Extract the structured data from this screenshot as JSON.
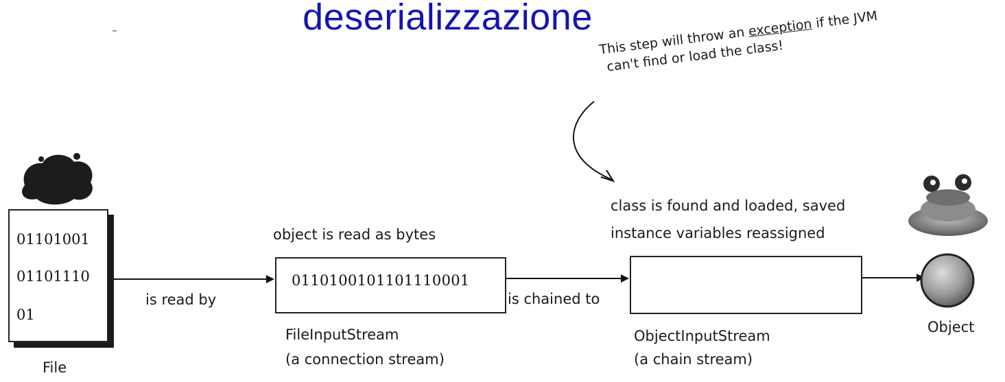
{
  "title": "deserializzazione",
  "note": {
    "part1": "This step will throw an ",
    "emphasis": "exception",
    "part2": " if the JVM",
    "line2": "can't find or load the class!"
  },
  "file": {
    "bits": [
      "01101001",
      "01101110",
      "01"
    ],
    "label": "File"
  },
  "edges": {
    "file_to_fis": "is read by",
    "fis_to_ois": "is chained to"
  },
  "fis": {
    "caption": "object is read as bytes",
    "bits": "0110100101101110001",
    "name": "FileInputStream",
    "desc": "(a connection stream)"
  },
  "ois": {
    "caption_line1": "class is found and loaded, saved",
    "caption_line2": "instance variables reassigned",
    "name": "ObjectInputStream",
    "desc": "(a chain stream)"
  },
  "object": {
    "label": "Object"
  }
}
